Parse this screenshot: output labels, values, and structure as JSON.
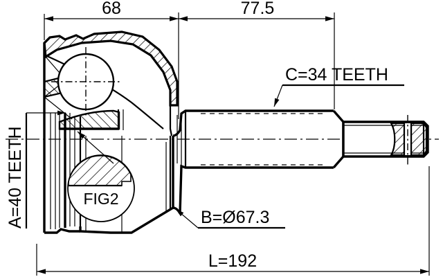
{
  "drawing": {
    "type": "engineering-cross-section",
    "subject": "CV joint / drive shaft assembly",
    "background_color": "#ffffff",
    "line_color": "#000000"
  },
  "dimensions": {
    "top_left": {
      "label": "68",
      "name": "joint-housing-length"
    },
    "top_right": {
      "label": "77.5",
      "name": "shaft-length"
    },
    "bottom_overall": {
      "label": "L=192",
      "name": "overall-length"
    }
  },
  "annotations": {
    "inner_spline": {
      "label": "A=40 TEETH",
      "orientation": "vertical",
      "name": "inner-spline-teeth-count"
    },
    "outer_spline": {
      "label": "C=34 TEETH",
      "orientation": "horizontal",
      "name": "outer-spline-teeth-count"
    },
    "diameter": {
      "label": "B=Ø67.3",
      "orientation": "horizontal",
      "name": "housing-outer-diameter"
    },
    "detail_callout": {
      "label": "FIG2",
      "name": "detail-view-reference"
    }
  }
}
